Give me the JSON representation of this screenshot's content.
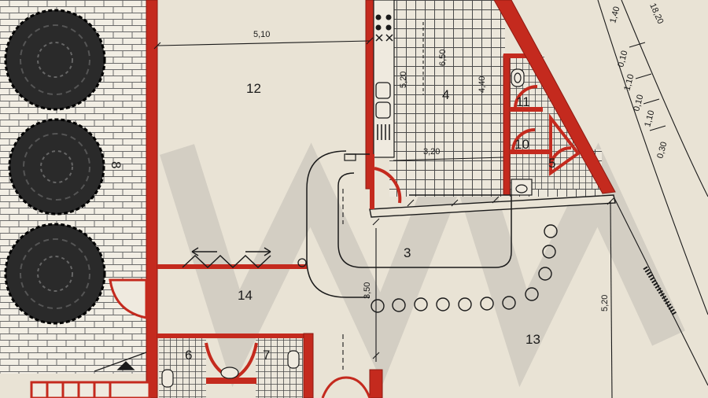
{
  "colors": {
    "paper": "#e9e3d5",
    "wall": "#c42a1e",
    "wall_dark": "#8c1a12",
    "ink": "#1a1a1a",
    "tile": "#4a4a4a",
    "watermark": "#d4d0c6"
  },
  "rooms": [
    {
      "id": "room-12",
      "label": "12"
    },
    {
      "id": "room-4",
      "label": "4"
    },
    {
      "id": "room-11",
      "label": "11"
    },
    {
      "id": "room-10",
      "label": "10"
    },
    {
      "id": "room-5",
      "label": "5"
    },
    {
      "id": "room-3",
      "label": "3"
    },
    {
      "id": "room-14",
      "label": "14"
    },
    {
      "id": "room-13",
      "label": "13"
    },
    {
      "id": "room-6",
      "label": "6"
    },
    {
      "id": "room-7",
      "label": "7"
    },
    {
      "id": "room-8",
      "label": "8"
    }
  ],
  "dimensions": [
    {
      "id": "dim-510",
      "label": "5,10"
    },
    {
      "id": "dim-650",
      "label": "6,50"
    },
    {
      "id": "dim-520-kitchen",
      "label": "5,20"
    },
    {
      "id": "dim-440",
      "label": "4,40"
    },
    {
      "id": "dim-320",
      "label": "3,20"
    },
    {
      "id": "dim-350",
      "label": "3,50"
    },
    {
      "id": "dim-520-right",
      "label": "5,20"
    },
    {
      "id": "dim-1820",
      "label": "18,20"
    },
    {
      "id": "dim-140",
      "label": "1,40"
    },
    {
      "id": "dim-010-a",
      "label": "0,10"
    },
    {
      "id": "dim-110",
      "label": "1,10"
    },
    {
      "id": "dim-010-b",
      "label": "0,10"
    },
    {
      "id": "dim-110-b",
      "label": "1,10"
    },
    {
      "id": "dim-030",
      "label": "0,30"
    }
  ],
  "icons": [
    "tree-icon",
    "stove-icon",
    "sink-icon",
    "toilet-icon",
    "washbasin-icon",
    "door-swing-icon",
    "stair-arrow-icon"
  ]
}
